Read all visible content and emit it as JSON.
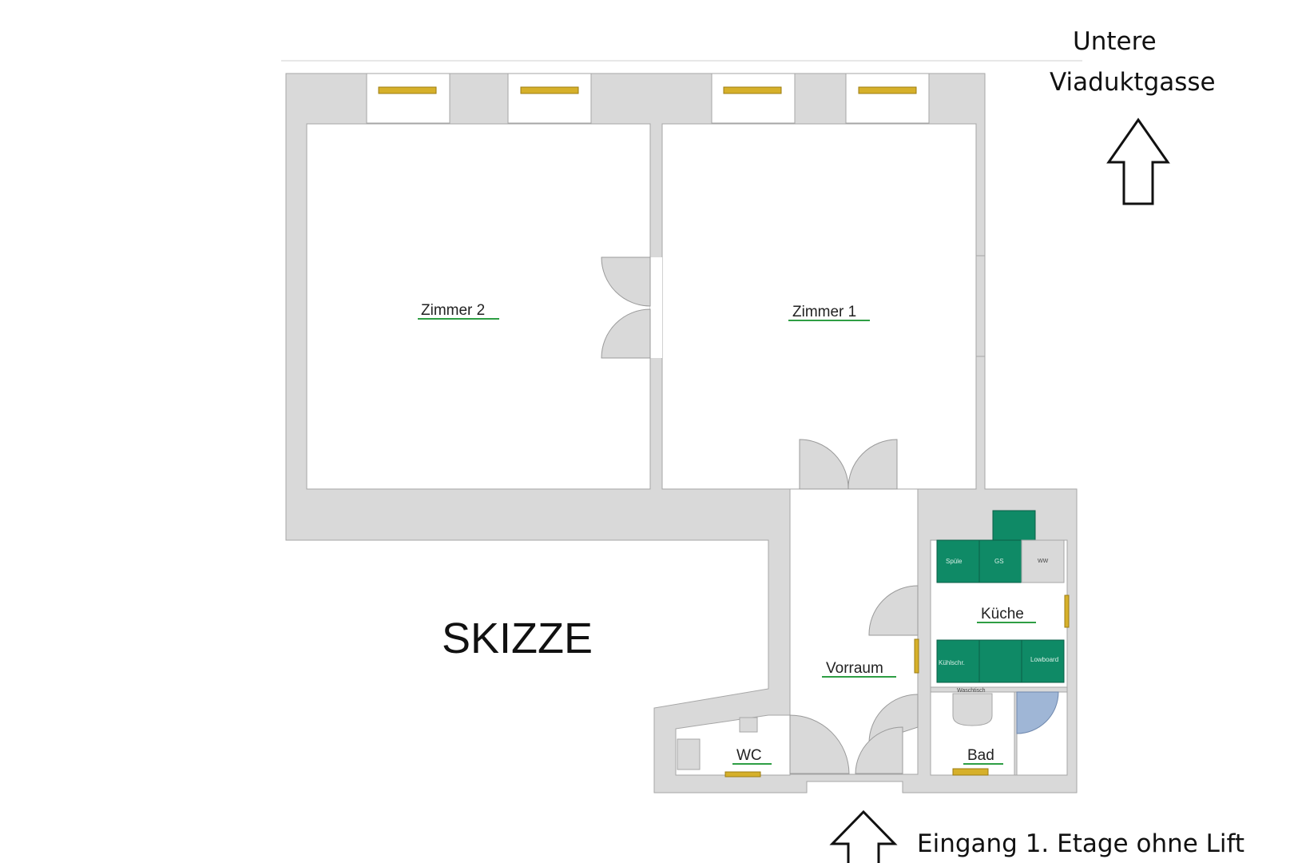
{
  "street_label": "Untere Viaduktgasse",
  "street_label_lines": [
    "Untere",
    "Viaduktgasse"
  ],
  "sketch_label": "SKIZZE",
  "entrance_label": "Eingang 1. Etage ohne Lift",
  "rooms": {
    "zimmer2": "Zimmer 2",
    "zimmer1": "Zimmer 1",
    "kueche": "Küche",
    "vorraum": "Vorraum",
    "wc": "WC",
    "bad": "Bad"
  },
  "fixtures": {
    "spuele": "Spüle",
    "gs": "GS",
    "ww": "WW",
    "kuehlschrank": "Kühlschr.",
    "lowboard": "Lowboard",
    "waschtisch": "Waschtisch"
  },
  "colors": {
    "wall": "#d9d9d9",
    "window": "#d6b02a",
    "kitchen_units": "#0f8a66",
    "shower": "#9fb6d6",
    "label_underline": "#2e9e44"
  },
  "icons": {
    "north_arrow": "arrow-up-icon",
    "entrance_arrow": "arrow-up-icon"
  }
}
